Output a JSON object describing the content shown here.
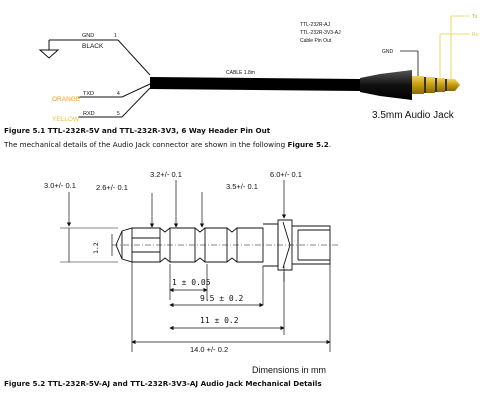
{
  "fig51": {
    "gnd": "GND",
    "black": "BLACK",
    "pin1": "1",
    "txd": "TXD",
    "orange": "ORANGE",
    "pin4": "4",
    "rxd": "RXD",
    "yellow": "YELLOW",
    "pin5": "5",
    "cable_title_1": "TTL-232R-AJ",
    "cable_title_2": "TTL-232R-3V3-AJ",
    "cable_title_3": "Cable Pin Out",
    "cable_length": "CABLE 1.8m",
    "jack_tx": "Tx",
    "jack_rx": "Rx",
    "jack_gnd": "GND",
    "jack_label": "3.5mm Audio Jack",
    "caption_bold": "Figure 5.1 TTL-232R-5V and TTL-232R-3V3, 6 Way Header Pin Out",
    "para_text": "The mechanical details of the Audio Jack connector are shown in the following ",
    "para_ref": "Figure 5.2",
    "para_end": ".",
    "colors": {
      "orange": "#f0a020",
      "yellow": "#e8d040",
      "jack_gold": "#c8a010",
      "cable": "#000000"
    }
  },
  "fig52": {
    "dim_30": "3.0+/- 0.1",
    "dim_26": "2.6+/- 0.1",
    "dim_32": "3.2+/- 0.1",
    "dim_35": "3.5+/- 0.1",
    "dim_60": "6.0+/- 0.1",
    "dim_12": "1.2",
    "dim_1": "1 ± 0.05",
    "dim_95": "9.5 ± 0.2",
    "dim_11": "11 ± 0.2",
    "dim_14": "14.0 +/- 0.2",
    "units": "Dimensions in mm",
    "caption": "Figure 5.2 TTL-232R-5V-AJ and TTL-232R-3V3-AJ Audio Jack Mechanical Details"
  }
}
